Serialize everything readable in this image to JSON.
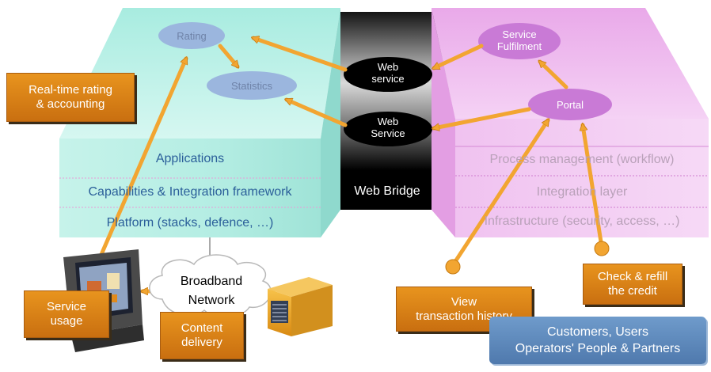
{
  "left_block": {
    "layers": [
      "Applications",
      "Capabilities & Integration framework",
      "Platform (stacks, defence, …)"
    ],
    "nodes": {
      "rating": "Rating",
      "statistics": "Statistics"
    }
  },
  "bridge": {
    "label": "Web Bridge",
    "services": [
      "Web\nservice",
      "Web\nService"
    ]
  },
  "right_block": {
    "layers": [
      "Process management (workflow)",
      "Integration layer",
      "Infrastructure (security, access, …)"
    ],
    "nodes": {
      "service_fulfilment": "Service\nFulfilment",
      "portal": "Portal"
    }
  },
  "network_label": "Broadband\nNetwork",
  "callouts": {
    "realtime": "Real-time rating\n& accounting",
    "service_usage": "Service\nusage",
    "content_delivery": "Content\ndelivery",
    "transaction_history": "View\ntransaction history",
    "refill": "Check & refill\nthe credit"
  },
  "customers": "Customers, Users\nOperators' People & Partners",
  "colors": {
    "left_block": "#b9f0e6",
    "right_block": "#eeb4ee",
    "arrow": "#f2a531",
    "callout": "#e08a1c",
    "customers": "#5b86b9"
  }
}
